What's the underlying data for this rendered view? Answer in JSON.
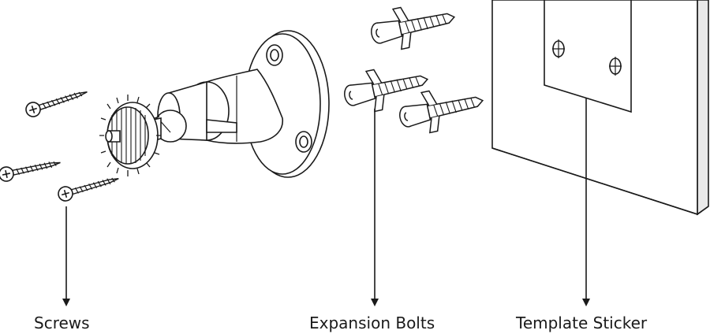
{
  "labels": {
    "screws": "Screws",
    "expansion_bolts": "Expansion Bolts",
    "template_sticker": "Template Sticker"
  },
  "colors": {
    "line": "#1a1a1a",
    "fill": "#ffffff",
    "wall_edge": "#e9e9e9"
  }
}
